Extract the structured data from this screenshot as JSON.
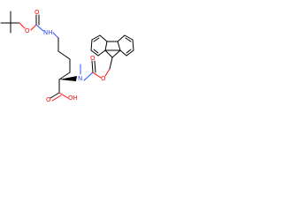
{
  "molecule": {
    "atom_labels": {
      "nh": "NH",
      "n": "N",
      "o": "O",
      "oh": "OH"
    },
    "colors": {
      "carbon": "#000000",
      "nitrogen": "#3050f8",
      "oxygen": "#ff0d0d",
      "background": "#ffffff"
    }
  }
}
